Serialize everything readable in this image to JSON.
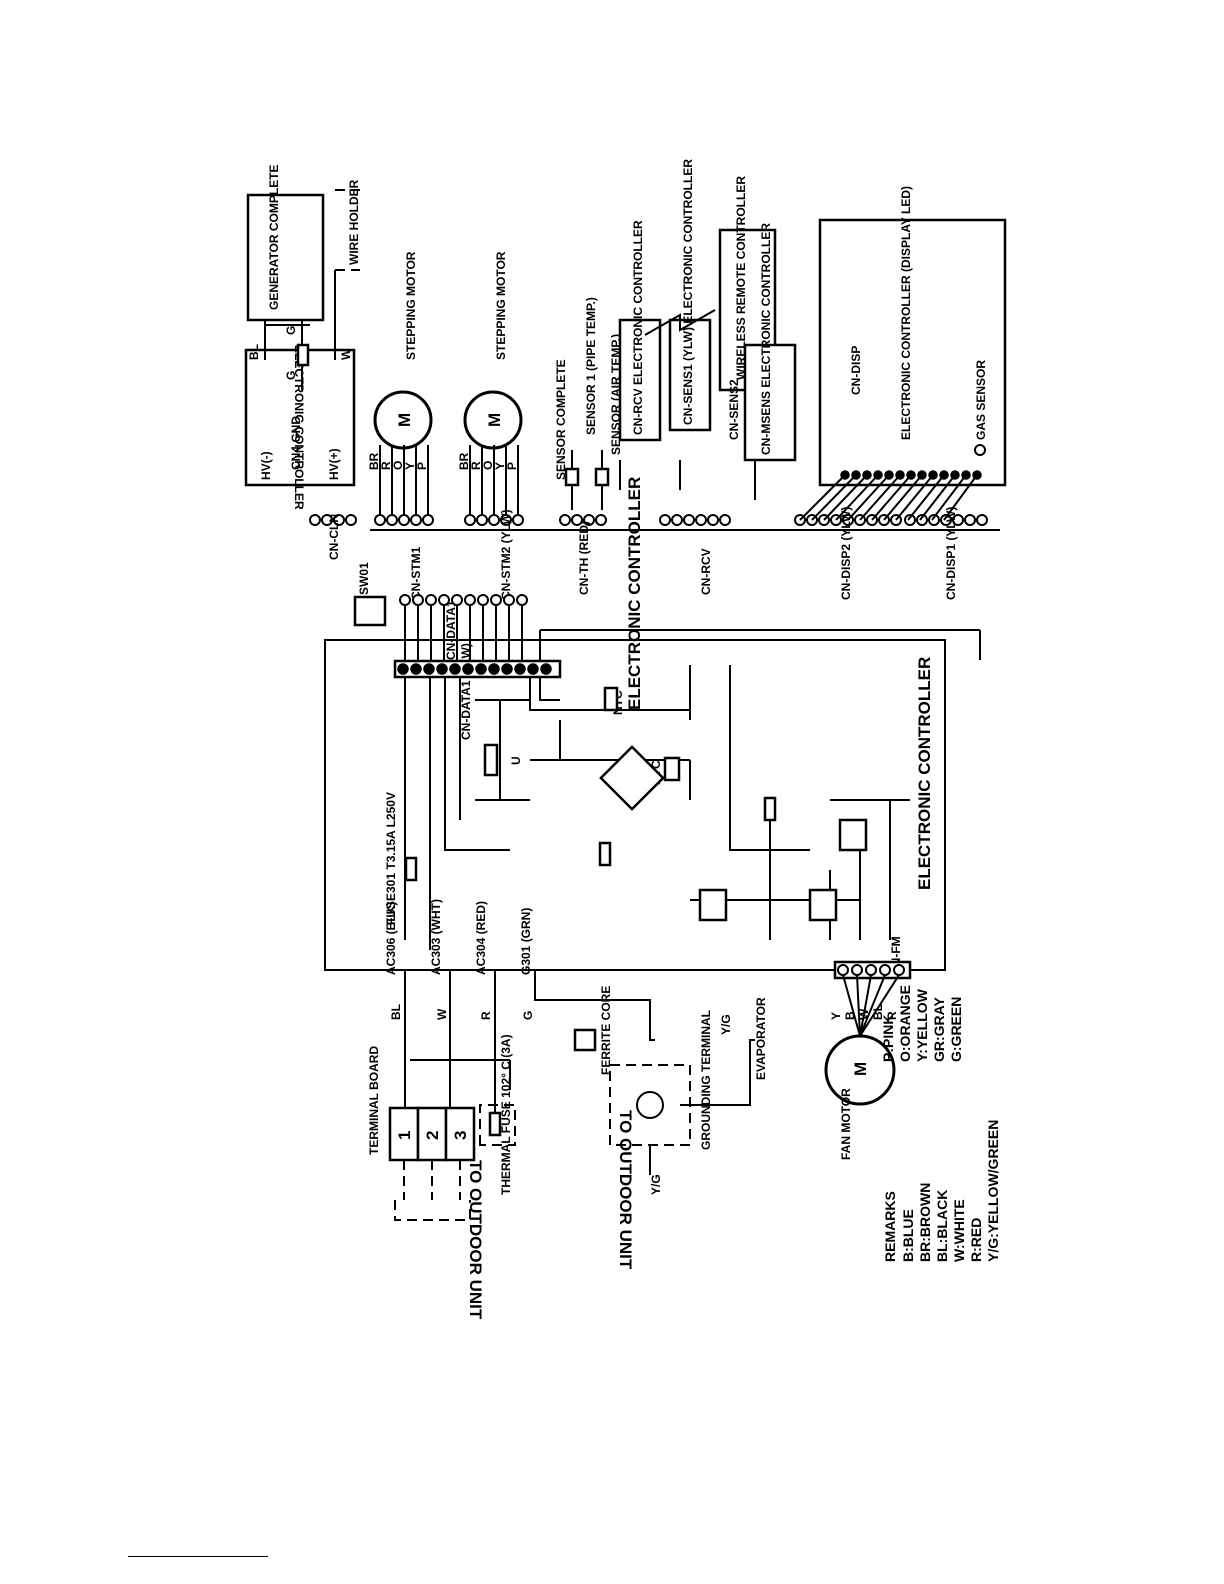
{
  "labels": {
    "generator_complete": "GENERATOR COMPLETE",
    "wire_holder": "WIRE HOLDER",
    "stepping_motor_1": "STEPPING MOTOR",
    "stepping_motor_2": "STEPPING MOTOR",
    "sensor_pipe": "SENSOR 1 (PIPE TEMP.)",
    "sensor_air": "SENSOR (AIR TEMP.)",
    "sensor_complete": "SENSOR COMPLETE",
    "wireless_remote": "WIRELESS REMOTE CONTROLLER",
    "ec_rcv": "CN-RCV ELECTRONIC CONTROLLER",
    "ec_sens1": "CN-SENS1 (YLW) ELECTRONIC CONTROLLER",
    "cn_sens2": "CN-SENS2",
    "ec_msens": "CN-MSENS ELECTRONIC CONTROLLER",
    "ec_display": "ELECTRONIC CONTROLLER (DISPLAY LED)",
    "cn_disp": "CN-DISP",
    "gas_sensor": "GAS SENSOR",
    "ec_generator": "ELECTRONIC CONTROLLER",
    "hv_minus": "HV(-)",
    "cn4_gnd": "CN4 GND",
    "hv_plus": "HV(+)",
    "cn_cln": "CN-CLN",
    "sw01": "SW01",
    "cn_stm1": "CN-STM1",
    "cn_stm2": "CN-STM2 (YLW)",
    "cn_th": "CN-TH (RED)",
    "cn_rcv": "CN-RCV",
    "cn_disp2": "CN-DISP2 (YLW)",
    "cn_disp1": "CN-DISP1 (YLW)",
    "cn_data1": "CN-DATA1",
    "cn_data1_ylw": "CN-DATA1 (YLW)",
    "electronic_controller_mid": "ELECTRONIC CONTROLLER",
    "electronic_controller_main": "ELECTRONIC CONTROLLER",
    "fuse": "FUSE301 T3.15A L250V",
    "ac306": "AC306 (BLK)",
    "ac303": "AC303 (WHT)",
    "ac304": "AC304 (RED)",
    "g301": "G301 (GRN)",
    "cn_fm": "CN-FM",
    "ntc_top": "NTC",
    "ntc_mid": "NTC",
    "varistor": "U",
    "ferrite": "FERRITE CORE",
    "grounding_terminal": "GROUNDING TERMINAL",
    "evaporator": "EVAPORATOR",
    "yg_top": "Y/G",
    "yg_bottom": "Y/G",
    "terminal_board": "TERMINAL BOARD",
    "thermal_fuse": "THERMAL FUSE 102° C (3A)",
    "to_outdoor_1": "TO OUTDOOR UNIT",
    "to_outdoor_2": "TO OUTDOOR UNIT",
    "fan_motor": "FAN MOTOR",
    "motor_m": "M",
    "wire_bl": "BL",
    "wire_w": "W",
    "wire_r": "R",
    "wire_g": "G",
    "wire_bl_top": "BL",
    "wire_g_top1": "G",
    "wire_g_top2": "G",
    "wire_w_top": "W",
    "t1": "1",
    "t2": "2",
    "t3": "3"
  },
  "stm_colors": [
    "BR",
    "R",
    "O",
    "Y",
    "P"
  ],
  "fan_colors": [
    "Y",
    "B",
    "W",
    "BL",
    "R"
  ],
  "remarks": {
    "title": "REMARKS",
    "col1": [
      "B:BLUE",
      "BR:BROWN",
      "BL:BLACK",
      "W:WHITE",
      "R:RED",
      "Y/G:YELLOW/GREEN"
    ],
    "col2": [
      "P:PINK",
      "O:ORANGE",
      "Y:YELLOW",
      "GR:GRAY",
      "G:GREEN"
    ]
  },
  "pins": {
    "cln": [
      "1",
      "4"
    ],
    "stm": [
      "1",
      "5"
    ],
    "th": [
      "1",
      "4"
    ],
    "rcv": [
      "1",
      "6"
    ],
    "disp2": [
      "1",
      "9"
    ],
    "disp1": [
      "1",
      "7"
    ],
    "data1": [
      "1",
      "10"
    ],
    "data1_ylw": [
      "1",
      "12"
    ],
    "fm": [
      "1",
      "4",
      "5",
      "6",
      "7"
    ],
    "gen": [
      "1",
      "4"
    ],
    "disp": [
      "1",
      "13"
    ],
    "msens": [
      "1",
      "4"
    ],
    "rcvb": [
      "1",
      "3"
    ],
    "sens1": [
      "1",
      "3"
    ],
    "sens2": [
      "3"
    ]
  }
}
